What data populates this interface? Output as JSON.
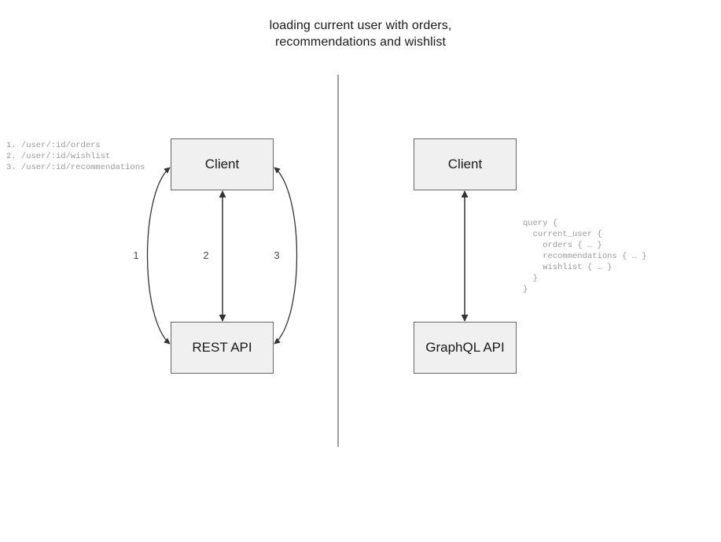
{
  "title": {
    "line1": "loading current user with orders,",
    "line2": "recommendations and wishlist"
  },
  "rest_side": {
    "client_label": "Client",
    "api_label": "REST API",
    "endpoint_list": "1. /user/:id/orders\n2. /user/:id/wishlist\n3. /user/:id/recommendations",
    "edge_labels": {
      "one": "1",
      "two": "2",
      "three": "3"
    }
  },
  "graphql_side": {
    "client_label": "Client",
    "api_label": "GraphQL API",
    "query": "query {\n  current_user {\n    orders { … }\n    recommendations { … }\n    wishlist { … }\n  }\n}"
  },
  "colors": {
    "node_fill": "#f0f0f0",
    "node_border": "#666666",
    "edge_stroke": "#333333",
    "divider": "#666666",
    "mono_text": "#9a9a9a",
    "title_text": "#1a1a1a"
  }
}
